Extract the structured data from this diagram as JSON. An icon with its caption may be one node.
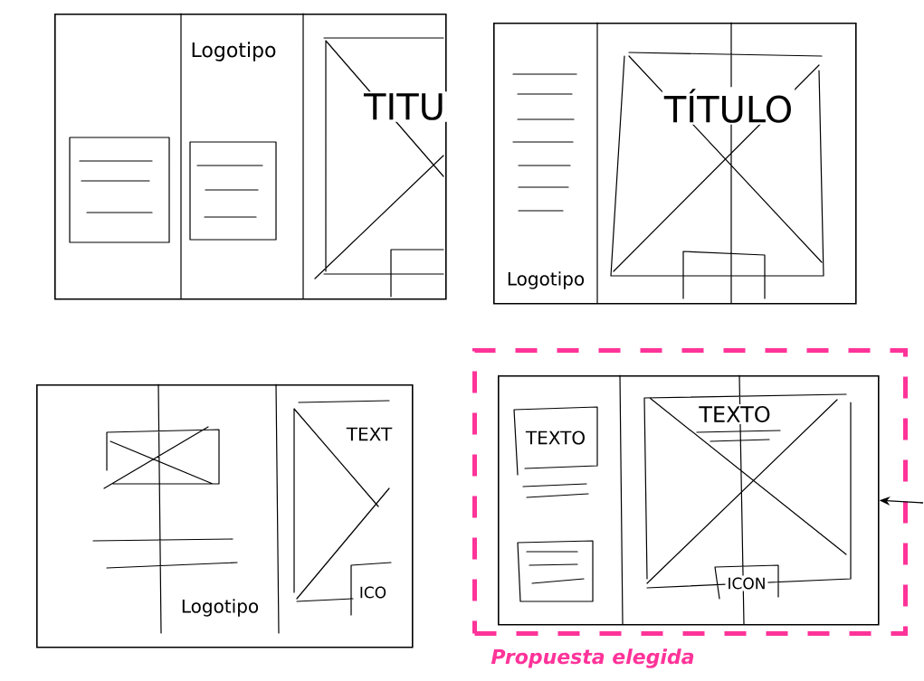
{
  "diagram": {
    "nodes": [
      {
        "text": [
          "Logotipo",
          "TITU"
        ]
      },
      {
        "text": [
          "TÍTULO",
          "Logotipo"
        ]
      },
      {
        "text": [
          "TEXT",
          "ICO",
          "Logotipo"
        ]
      },
      {
        "text": [],
        "shape": "box",
        "beside": [
          "Propuesta elegida"
        ]
      },
      {
        "text": [
          "TEXTO",
          "TEXTO",
          "ICON"
        ],
        "in": 3
      }
    ],
    "edges": [
      {
        "from": null,
        "to": 4,
        "arrow": "to"
      }
    ]
  }
}
